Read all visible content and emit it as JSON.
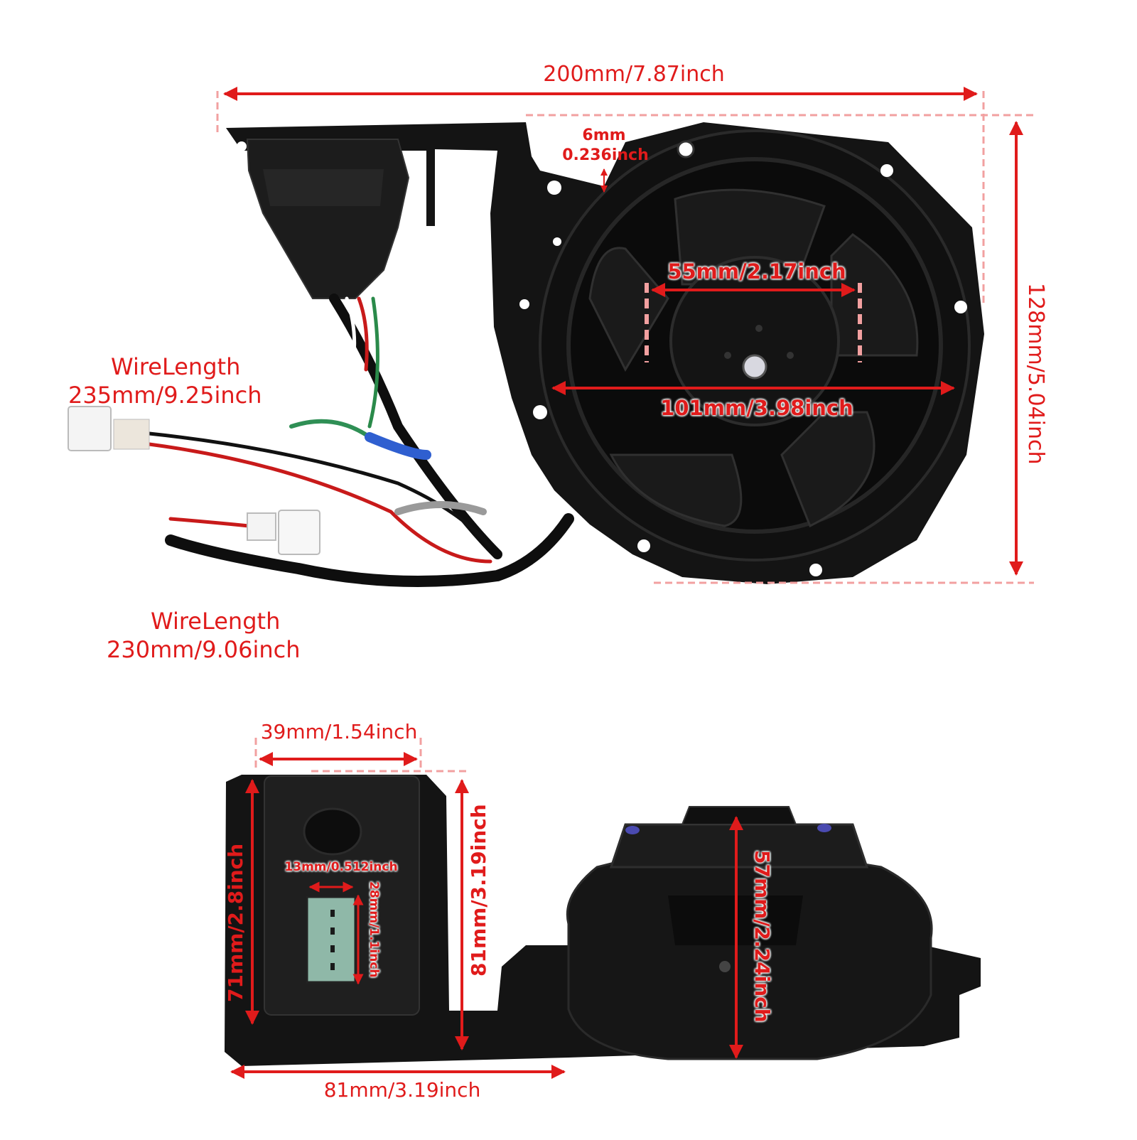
{
  "colors": {
    "annotation": "#e01b1b",
    "guide_dash": "#f2a0a0",
    "product_body": "#141414",
    "lcd_screen": "#8fb8a8"
  },
  "top_view": {
    "overall_width": "200mm/7.87inch",
    "overall_height": "128mm/5.04inch",
    "slot_width_mm": "6mm",
    "slot_width_in": "0.236inch",
    "hub_diameter": "55mm/2.17inch",
    "fan_diameter": "101mm/3.98inch",
    "wire1_title": "WireLength",
    "wire1_value": "235mm/9.25inch",
    "wire2_title": "WireLength",
    "wire2_value": "230mm/9.06inch"
  },
  "side_view": {
    "controller_width": "39mm/1.54inch",
    "controller_height": "71mm/2.8inch",
    "bracket_height": "81mm/3.19inch",
    "bracket_width": "81mm/3.19inch",
    "screen_width": "13mm/0.512inch",
    "screen_height": "28mm/1.1inch",
    "fan_depth": "57mm/2.24inch"
  }
}
